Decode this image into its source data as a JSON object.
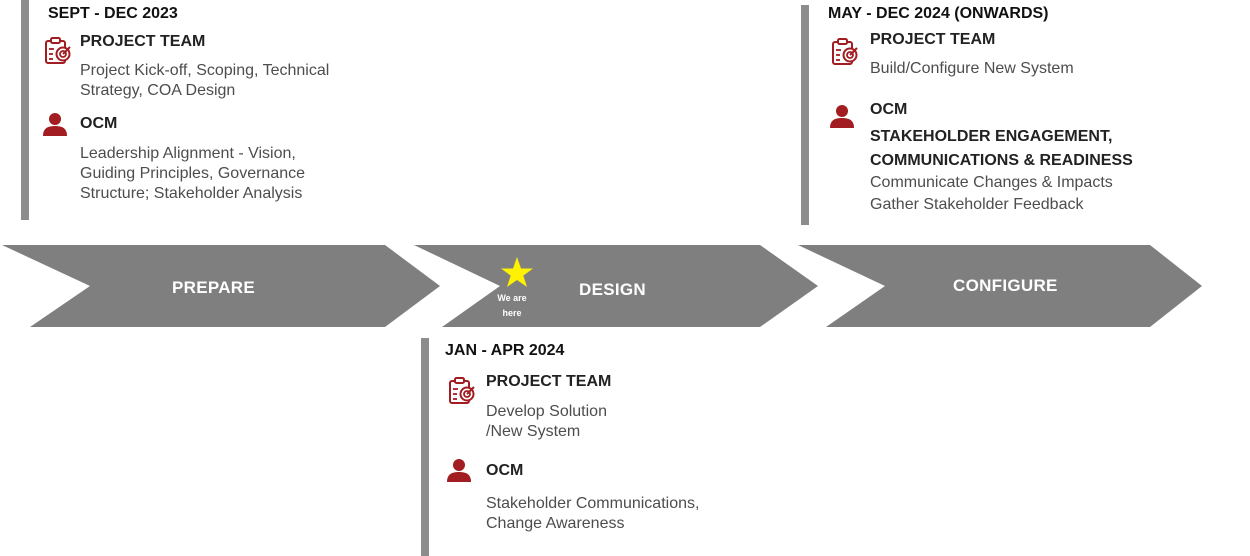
{
  "phases": [
    {
      "period": "SEPT - DEC 2023",
      "project_team_heading": "PROJECT TEAM",
      "project_team_desc": [
        "Project Kick-off, Scoping, Technical",
        "Strategy, COA Design"
      ],
      "ocm_heading": "OCM",
      "ocm_desc": [
        "Leadership Alignment - Vision,",
        "Guiding Principles, Governance",
        "Structure; Stakeholder Analysis"
      ]
    },
    {
      "period": "JAN - APR 2024",
      "project_team_heading": "PROJECT TEAM",
      "project_team_desc": [
        "Develop Solution",
        "/New System"
      ],
      "ocm_heading": "OCM",
      "ocm_desc": [
        "Stakeholder Communications,",
        "Change Awareness"
      ]
    },
    {
      "period": "MAY - DEC 2024 (ONWARDS)",
      "project_team_heading": "PROJECT TEAM",
      "project_team_desc": [
        "Build/Configure New System"
      ],
      "ocm_heading": "OCM",
      "ocm_subheading": [
        "STAKEHOLDER ENGAGEMENT,",
        "COMMUNICATIONS & READINESS"
      ],
      "ocm_desc": [
        "Communicate Changes & Impacts",
        "Gather Stakeholder Feedback"
      ]
    }
  ],
  "arrows": [
    {
      "label": "PREPARE"
    },
    {
      "label": "DESIGN"
    },
    {
      "label": "CONFIGURE"
    }
  ],
  "marker": {
    "text_line1": "We are",
    "text_line2": "here",
    "icon": "star-icon"
  },
  "colors": {
    "arrow": "#7f7f7f",
    "icon_red": "#a11d21",
    "bar": "#8c8c8c",
    "star": "#fff200"
  }
}
